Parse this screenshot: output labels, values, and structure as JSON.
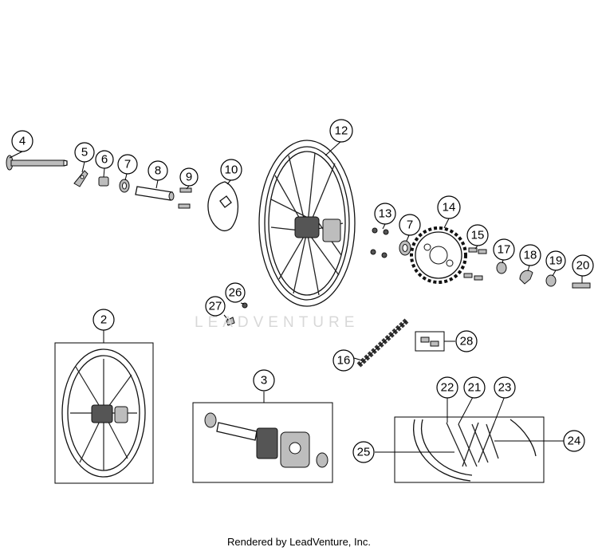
{
  "watermark": "LEADVENTURE",
  "footer": "Rendered by LeadVenture, Inc.",
  "callouts": [
    {
      "id": "c4",
      "label": "4"
    },
    {
      "id": "c5",
      "label": "5"
    },
    {
      "id": "c6",
      "label": "6"
    },
    {
      "id": "c7a",
      "label": "7"
    },
    {
      "id": "c8",
      "label": "8"
    },
    {
      "id": "c9",
      "label": "9"
    },
    {
      "id": "c10",
      "label": "10"
    },
    {
      "id": "c12",
      "label": "12"
    },
    {
      "id": "c13",
      "label": "13"
    },
    {
      "id": "c7b",
      "label": "7"
    },
    {
      "id": "c14",
      "label": "14"
    },
    {
      "id": "c15",
      "label": "15"
    },
    {
      "id": "c17",
      "label": "17"
    },
    {
      "id": "c18",
      "label": "18"
    },
    {
      "id": "c19",
      "label": "19"
    },
    {
      "id": "c20",
      "label": "20"
    },
    {
      "id": "c26",
      "label": "26"
    },
    {
      "id": "c27",
      "label": "27"
    },
    {
      "id": "c2",
      "label": "2"
    },
    {
      "id": "c28",
      "label": "28"
    },
    {
      "id": "c16",
      "label": "16"
    },
    {
      "id": "c3",
      "label": "3"
    },
    {
      "id": "c22",
      "label": "22"
    },
    {
      "id": "c21",
      "label": "21"
    },
    {
      "id": "c23",
      "label": "23"
    },
    {
      "id": "c24",
      "label": "24"
    },
    {
      "id": "c25",
      "label": "25"
    }
  ]
}
